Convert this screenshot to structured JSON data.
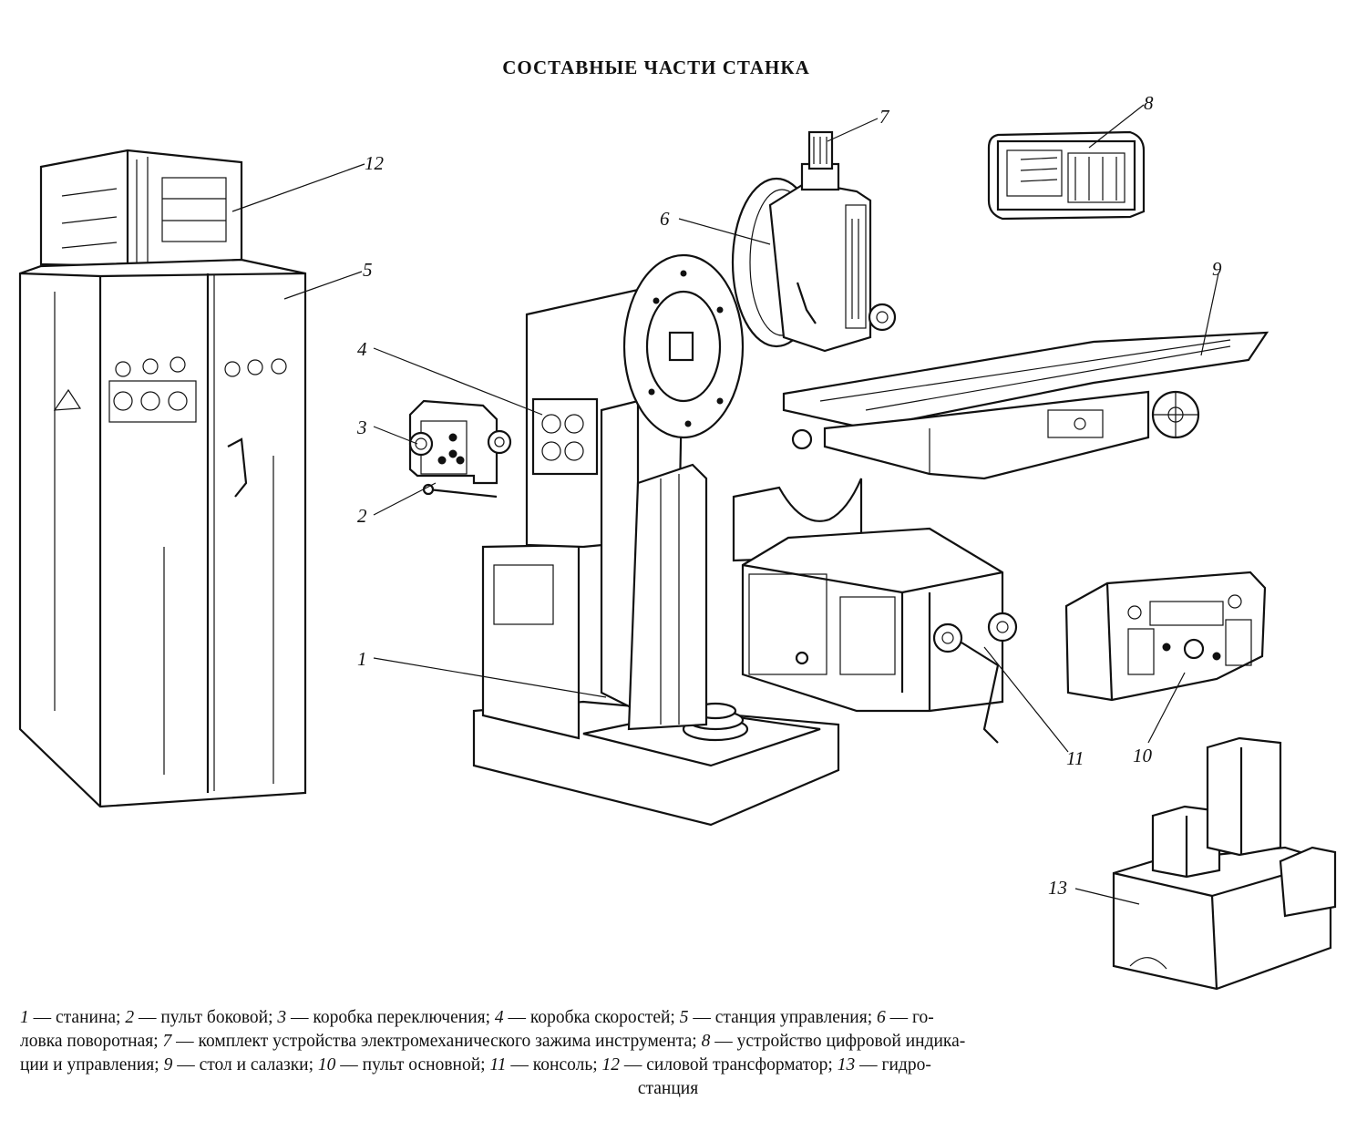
{
  "title": "СОСТАВНЫЕ ЧАСТИ СТАНКА",
  "callouts": [
    "1",
    "2",
    "3",
    "4",
    "5",
    "6",
    "7",
    "8",
    "9",
    "10",
    "11",
    "12",
    "13"
  ],
  "legend": [
    {
      "num": "1",
      "text": "станина"
    },
    {
      "num": "2",
      "text": "пульт боковой"
    },
    {
      "num": "3",
      "text": "коробка переключения"
    },
    {
      "num": "4",
      "text": "коробка скоростей"
    },
    {
      "num": "5",
      "text": "станция управления"
    },
    {
      "num": "6",
      "text": "головка поворотная"
    },
    {
      "num": "7",
      "text": "комплект устройства электромеханического зажима инструмента"
    },
    {
      "num": "8",
      "text": "устройство цифровой индикации и управления"
    },
    {
      "num": "9",
      "text": "стол и салазки"
    },
    {
      "num": "10",
      "text": "пульт основной"
    },
    {
      "num": "11",
      "text": "консоль"
    },
    {
      "num": "12",
      "text": "силовой трансформатор"
    },
    {
      "num": "13",
      "text": "гидростанция"
    }
  ],
  "caption_text": {
    "l1": "— станина; ",
    "l2": " — пульт боковой; ",
    "l3": " — коробка переключения; ",
    "l4": " — коробка скоростей; ",
    "l5": " — станция управления; ",
    "l6a": " — го-",
    "l6b": "ловка поворотная; ",
    "l7": " — комплект устройства электромеханического зажима инструмента; ",
    "l8a": " — устройство цифровой индика-",
    "l8b": "ции и управления; ",
    "l9": " — стол и салазки; ",
    "l10": " — пульт основной; ",
    "l11": " — консоль; ",
    "l12": " — силовой трансформатор; ",
    "l13a": " — гидро-",
    "l13b": "станция"
  }
}
